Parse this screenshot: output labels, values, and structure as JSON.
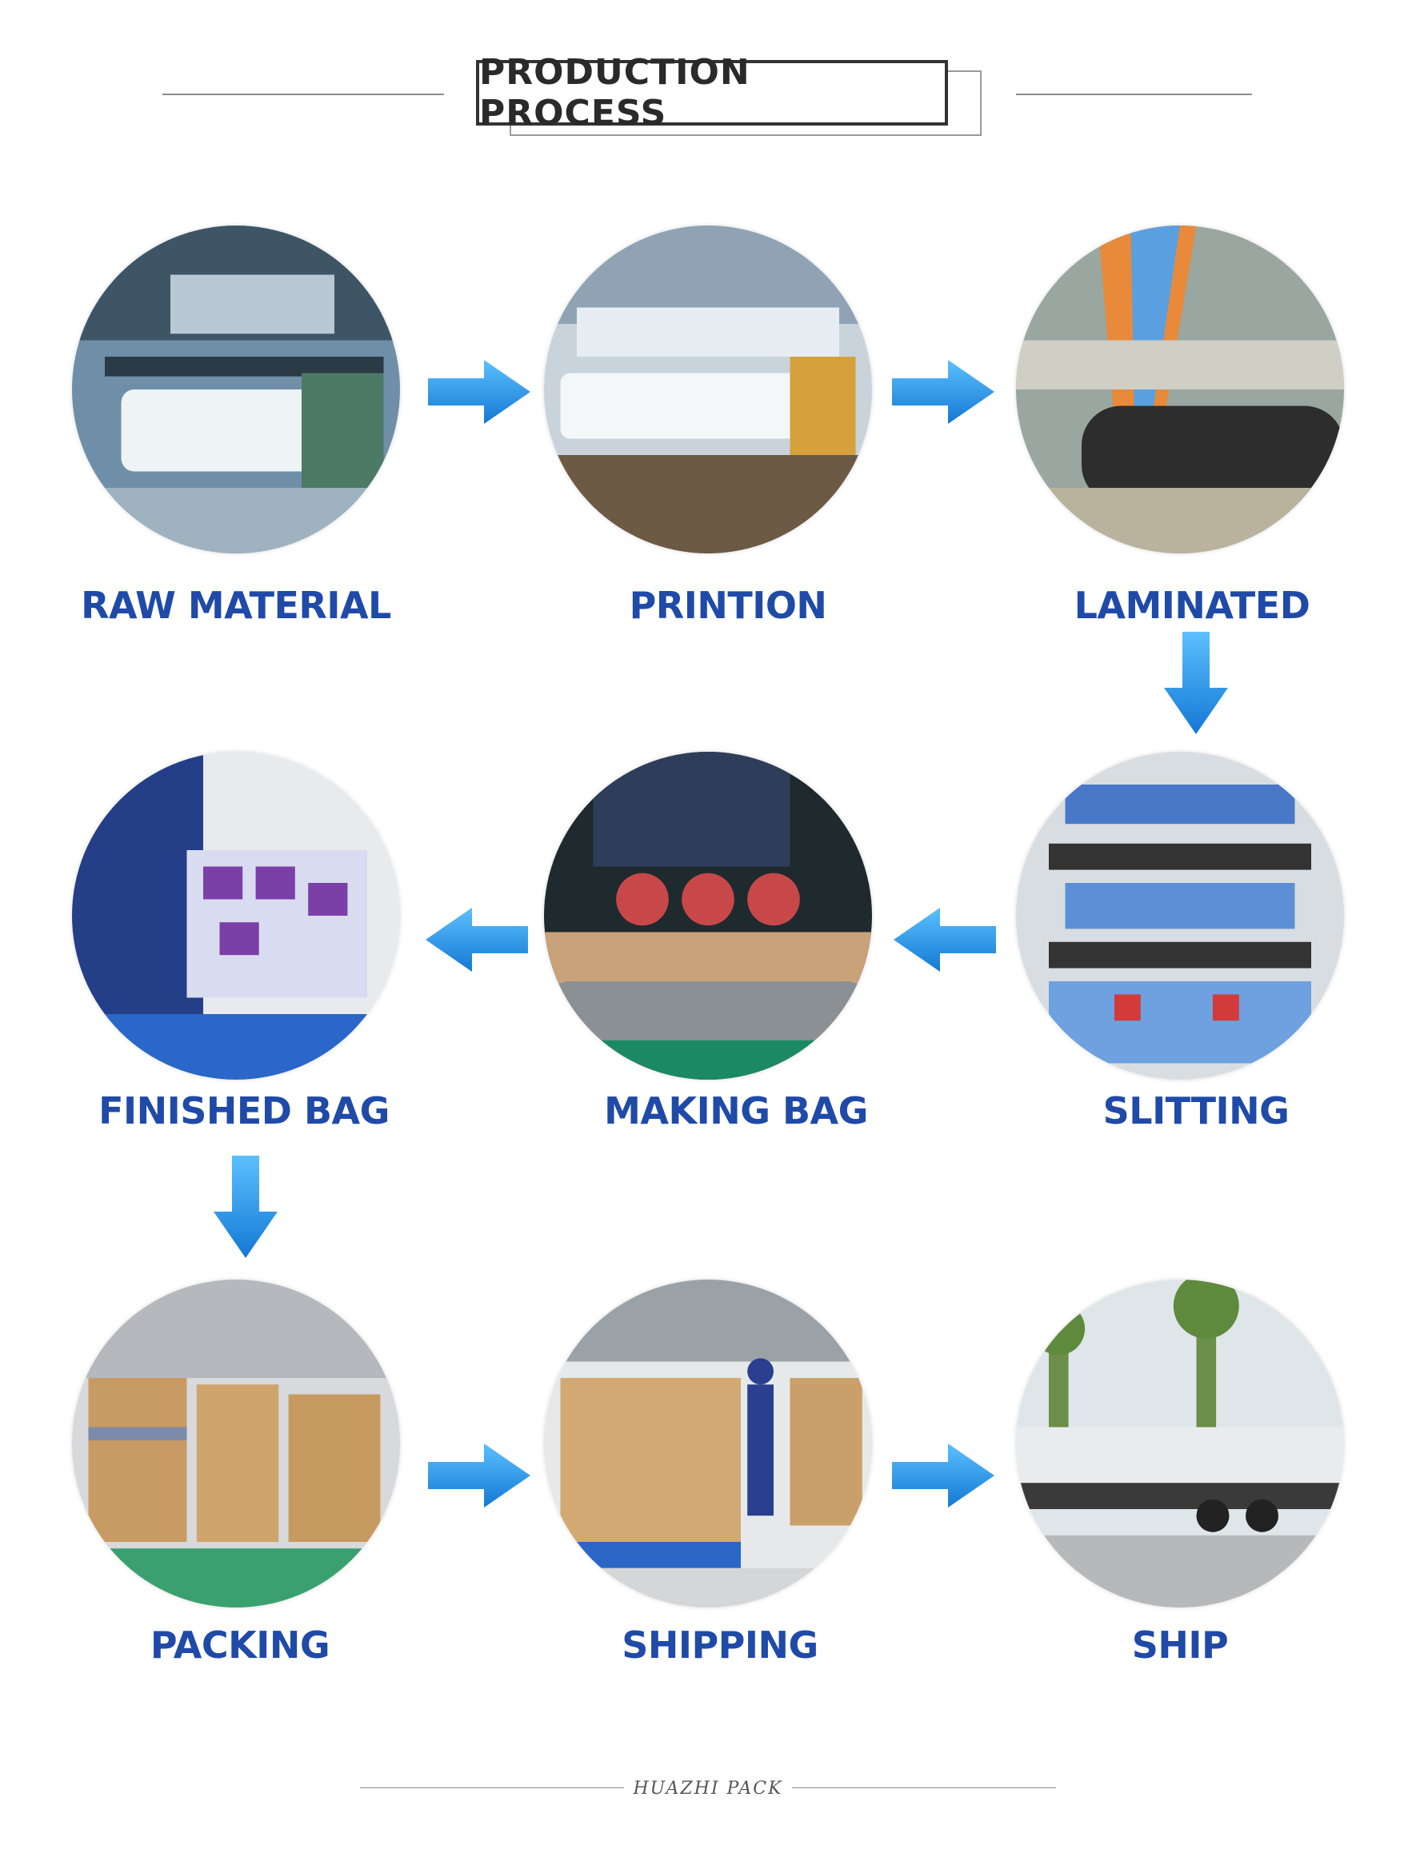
{
  "header": {
    "title": "PRODUCTION PROCESS"
  },
  "steps": [
    {
      "label": "RAW MATERIAL"
    },
    {
      "label": "PRINTION"
    },
    {
      "label": "LAMINATED"
    },
    {
      "label": "SLITTING"
    },
    {
      "label": "MAKING BAG"
    },
    {
      "label": "FINISHED BAG"
    },
    {
      "label": "PACKING"
    },
    {
      "label": "SHIPPING"
    },
    {
      "label": "SHIP"
    }
  ],
  "footer": {
    "brand": "HUAZHI PACK"
  },
  "colors": {
    "label": "#1f4aa8",
    "arrow": "#1e90e0",
    "title_border": "#333333"
  }
}
